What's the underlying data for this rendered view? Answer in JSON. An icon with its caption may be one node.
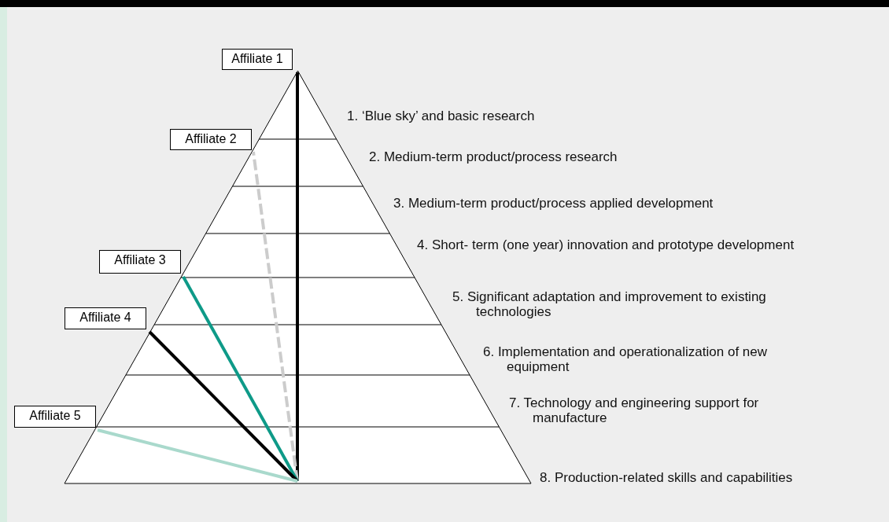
{
  "diagram": {
    "nodes": [
      {
        "text": [
          "Affiliate 1"
        ]
      },
      {
        "text": [
          "Affiliate 2"
        ]
      },
      {
        "text": [
          "Affiliate 3"
        ]
      },
      {
        "text": [
          "Affiliate 4"
        ]
      },
      {
        "text": [
          "Affiliate 5"
        ]
      }
    ],
    "edges": [
      {
        "from": null,
        "to": 0,
        "arrow": "none"
      },
      {
        "from": null,
        "to": 1,
        "arrow": "none",
        "style": "dashed",
        "color": "#cccccc"
      },
      {
        "from": null,
        "to": 2,
        "arrow": "none",
        "color": "#0e9a88"
      },
      {
        "from": null,
        "to": 3,
        "arrow": "none"
      },
      {
        "from": null,
        "to": 4,
        "arrow": "none",
        "color": "#a9d9cc"
      }
    ],
    "labels": [
      "1. ‘Blue sky’ and basic research",
      "2. Medium-term product/process research",
      "3. Medium-term product/process applied development",
      "4. Short- term (one year) innovation and prototype development",
      "5. Significant adaptation and improvement to existing technologies",
      "6. Implementation and operationalization of new equipment",
      "7. Technology and engineering support for manufacture",
      "8. Production-related skills and capabilities"
    ]
  }
}
